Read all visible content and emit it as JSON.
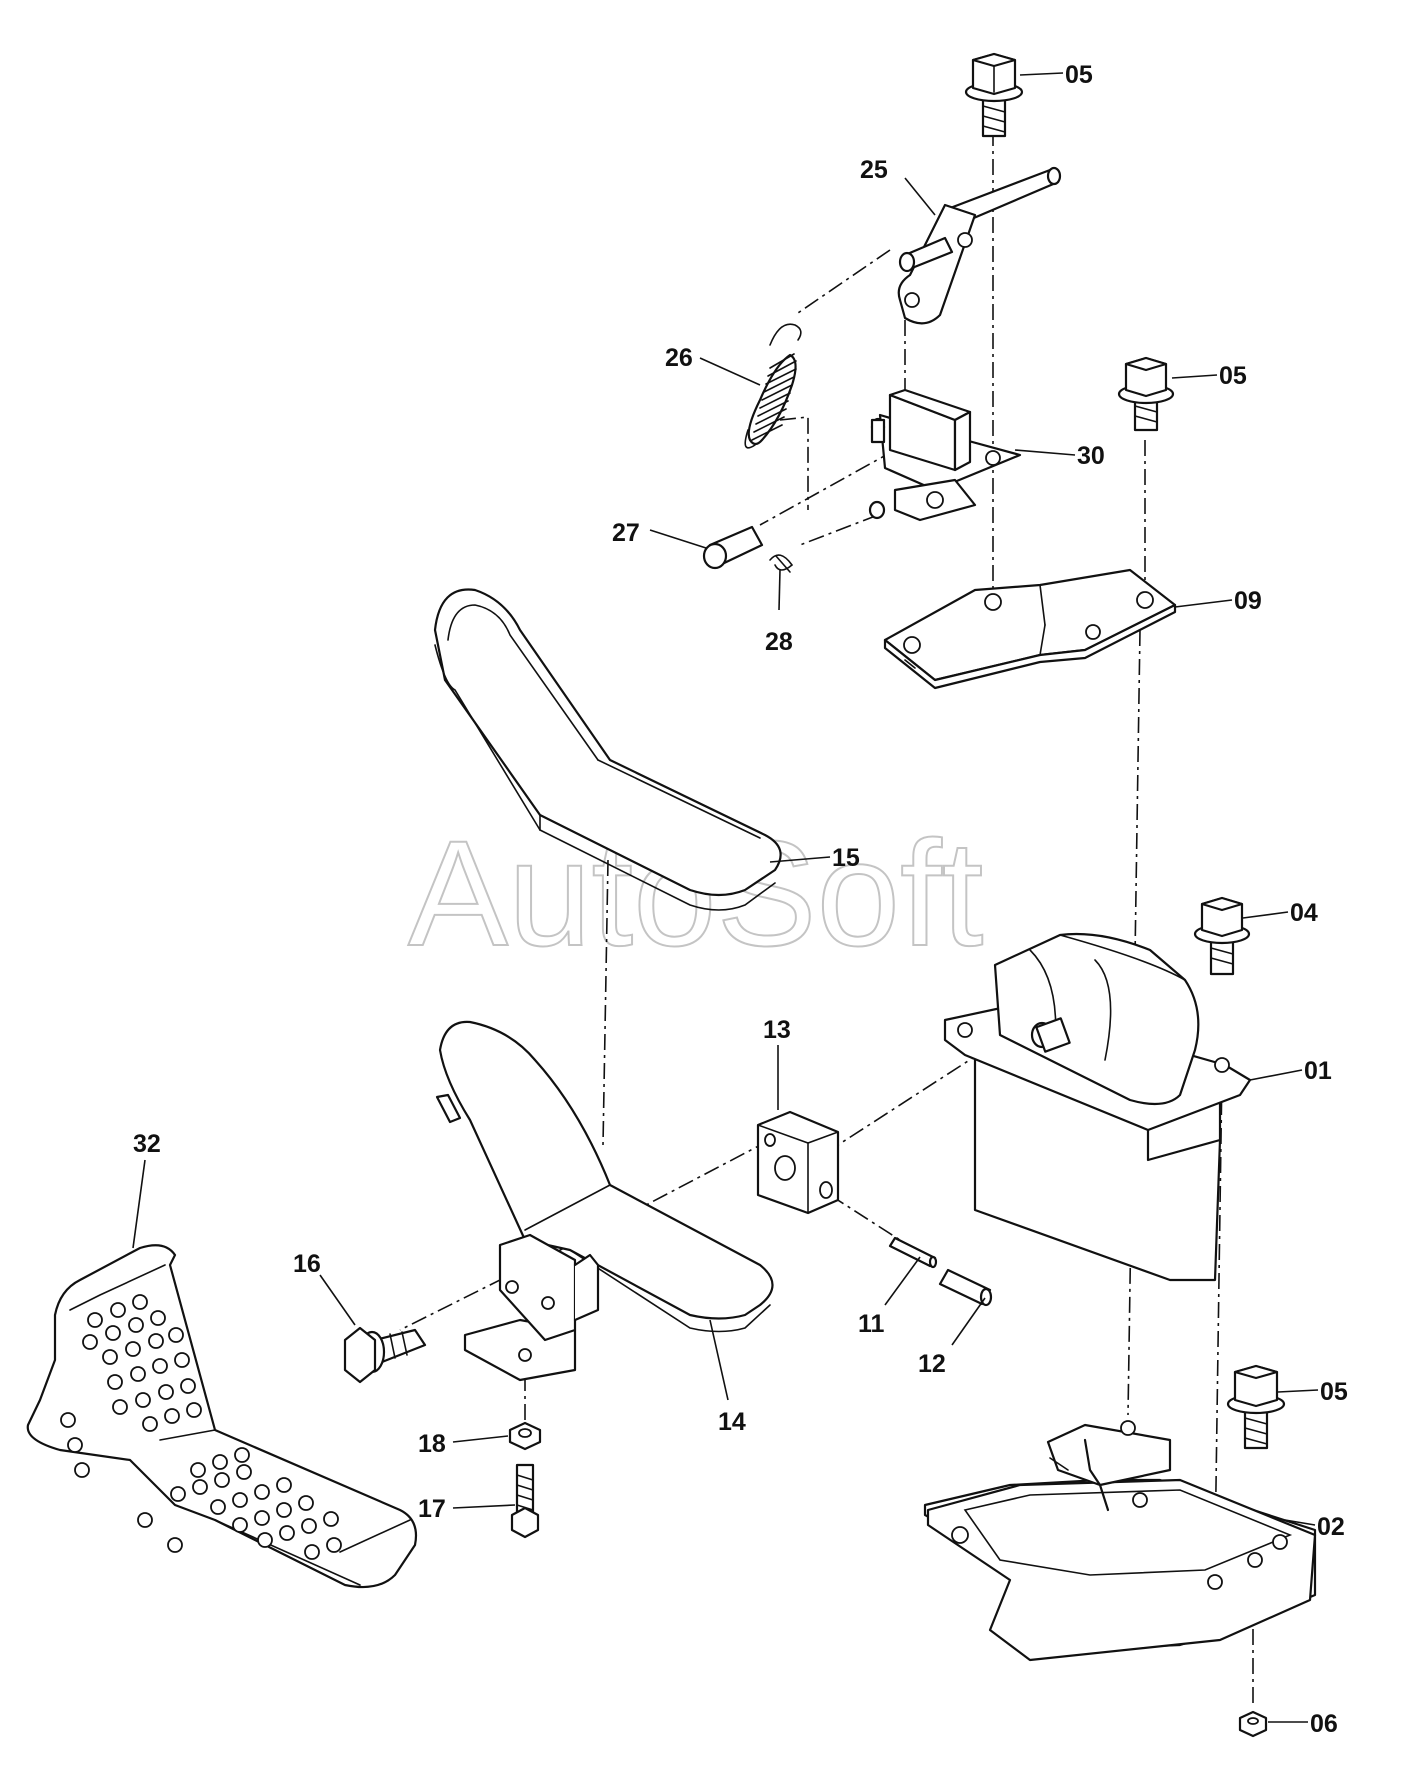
{
  "watermark": "AutoSoft",
  "callouts": {
    "c05a": "05",
    "c25": "25",
    "c26": "26",
    "c30": "30",
    "c05b": "05",
    "c27": "27",
    "c28": "28",
    "c09": "09",
    "c15": "15",
    "c04": "04",
    "c13": "13",
    "c01": "01",
    "c32": "32",
    "c16": "16",
    "c11": "11",
    "c12": "12",
    "c14": "14",
    "c05c": "05",
    "c18": "18",
    "c02": "02",
    "c17": "17",
    "c06": "06"
  },
  "colors": {
    "line": "#111111",
    "watermark": "#c4c4c4",
    "background": "#ffffff"
  }
}
